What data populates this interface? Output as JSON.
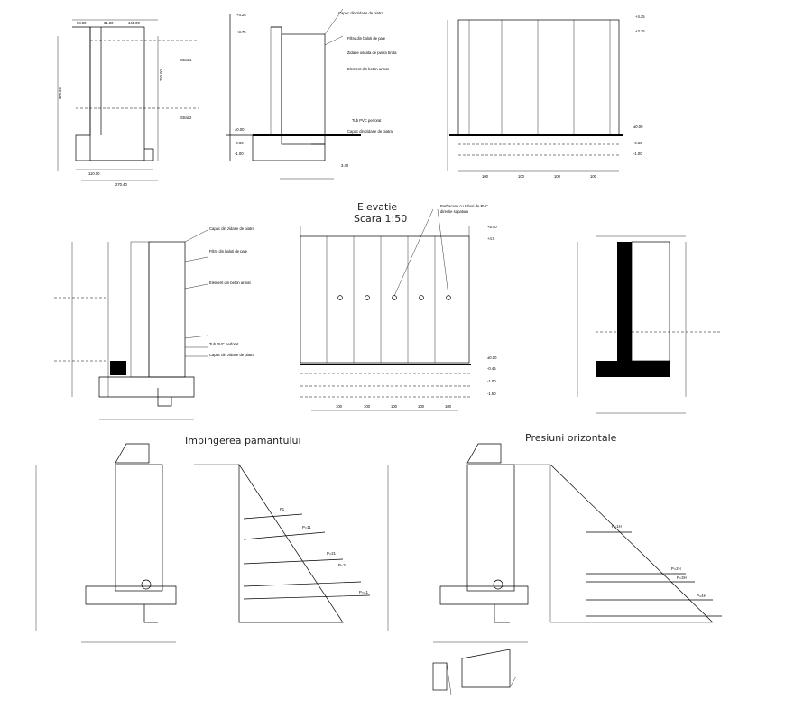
{
  "titles": {
    "elevation": "Elevatie",
    "scale": "Scara 1:50",
    "earth_push": "Impingerea pamantului",
    "horizontal_pressures": "Presiuni orizontale"
  },
  "annotations": {
    "top_cap": "Capac din zidarie de piatra",
    "filter": "Filtru din baloti de paie",
    "masonry": "Zidarie uscata de piatra bruta",
    "reinforced": "Element din beton armat",
    "pvc": "Tub PVC perforat",
    "drain_cap": "Capac din zidarie de piatra",
    "stratum1": "Strat 1",
    "stratum2": "Strat 2",
    "drain_note": "Barbacane cu tuburi de PVC",
    "soil_dir": "directie sapatura"
  },
  "levels": {
    "l425": "+4.25",
    "l375": "+3.75",
    "l000": "±0.00",
    "l060": "-0.60",
    "l100": "-1.00",
    "l540": "+5.40",
    "l45": "+4.5",
    "l000b": "±0.00",
    "l045": "-0.45",
    "l100b": "-1.00",
    "l150": "-1.50",
    "l340": "3.40"
  },
  "spans": {
    "s100": "100"
  },
  "forces": {
    "p1": "P1",
    "p1b": "P=11",
    "p2": "P=21",
    "p3": "P=31",
    "p4": "P=41",
    "h1": "P=1H",
    "h2": "P=2H",
    "h3": "P=3H",
    "h4": "P=4H"
  }
}
